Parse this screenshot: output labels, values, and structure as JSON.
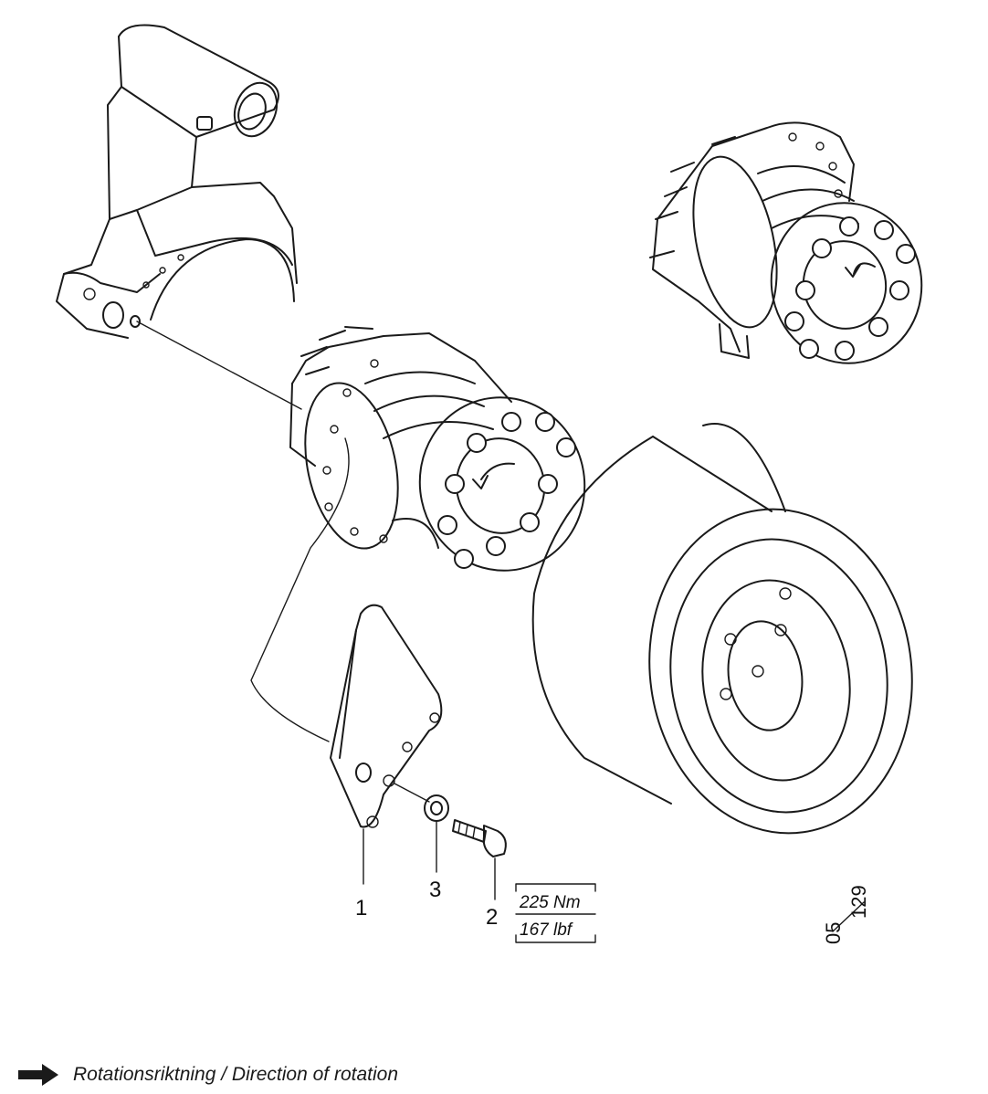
{
  "callouts": {
    "part1": "1",
    "part2": "2",
    "part3": "3"
  },
  "torque": {
    "nm": "225 Nm",
    "lbf": "167 lbf"
  },
  "figure_id": {
    "left": "05",
    "right": "129"
  },
  "legend": {
    "icon": "arrow-right-icon",
    "text": "Rotationsriktning / Direction of rotation"
  },
  "colors": {
    "line": "#1a1a1a",
    "background": "#ffffff"
  }
}
